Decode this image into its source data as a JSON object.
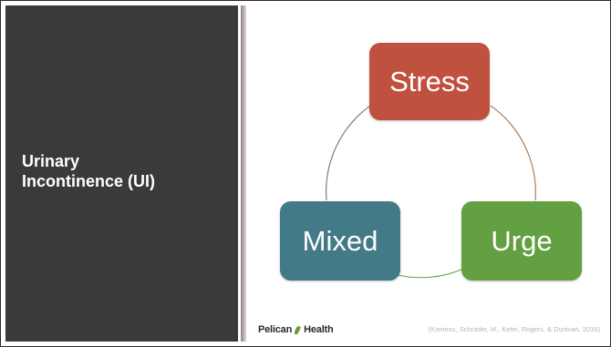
{
  "slide": {
    "title_line1": "Urinary",
    "title_line2": "Incontinence (UI)"
  },
  "diagram": {
    "nodes": [
      {
        "label": "Stress",
        "color": "#c1513f"
      },
      {
        "label": "Urge",
        "color": "#63a041"
      },
      {
        "label": "Mixed",
        "color": "#437a88"
      }
    ],
    "cycle_arrow_colors": [
      "#c1513f",
      "#63a041",
      "#437a88"
    ]
  },
  "footer": {
    "logo_left": "Pelican",
    "logo_right": "Health",
    "logo_icon": "pelican-icon",
    "citation": "(Komesu, Schrader, M., Ketei, Rogers, & Dunivan, 2016)"
  },
  "colors": {
    "left_panel": "#3b3a38",
    "title_text": "#ffffff"
  }
}
